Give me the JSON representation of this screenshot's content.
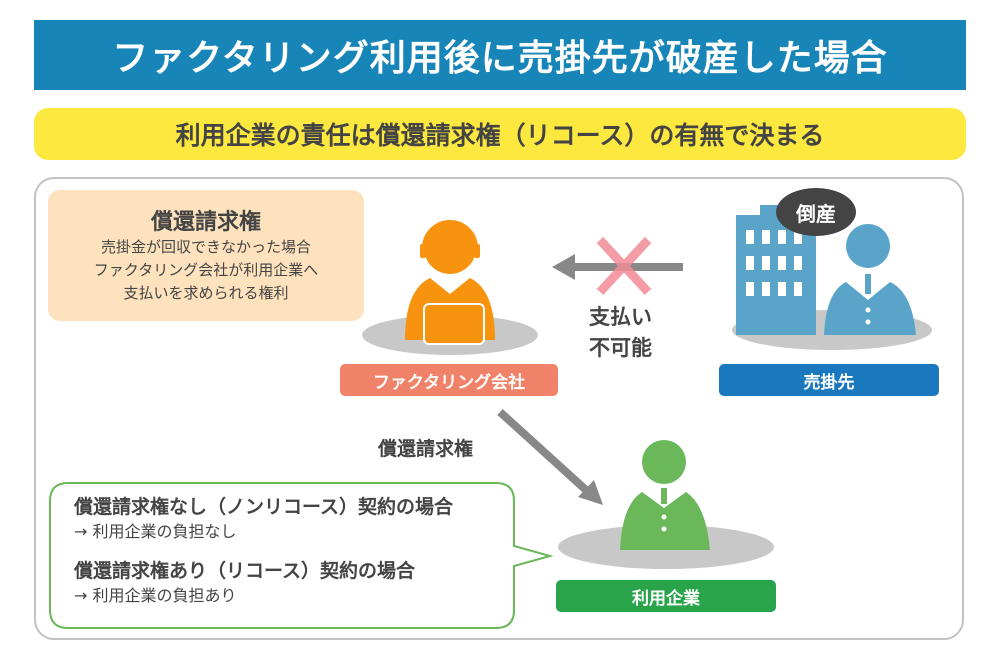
{
  "title": "ファクタリング利用後に売掛先が破産した場合",
  "subtitle": "利用企業の責任は償還請求権（リコース）の有無で決まる",
  "definition": {
    "title": "償還請求権",
    "lines": [
      "売掛金が回収できなかった場合",
      "ファクタリング会社が利用企業へ",
      "支払いを求められる権利"
    ]
  },
  "actors": {
    "factoring_company": "ファクタリング会社",
    "debtor": "売掛先",
    "debtor_status": "倒産",
    "user_company": "利用企業"
  },
  "arrows": {
    "payment_blocked_line1": "支払い",
    "payment_blocked_line2": "不可能",
    "recourse_claim": "償還請求権"
  },
  "callout": {
    "cases": [
      {
        "heading": "償還請求権なし（ノンリコース）契約の場合",
        "result": "→ 利用企業の負担なし"
      },
      {
        "heading": "償還請求権あり（リコース）契約の場合",
        "result": "→ 利用企業の負担あり"
      }
    ]
  },
  "colors": {
    "title_bg": "#1785b8",
    "subtitle_bg": "#fde83f",
    "factoring_orange": "#f7930f",
    "debtor_blue": "#5ba4c9",
    "user_green": "#6ab85a",
    "cross_pink": "#f28b96"
  }
}
